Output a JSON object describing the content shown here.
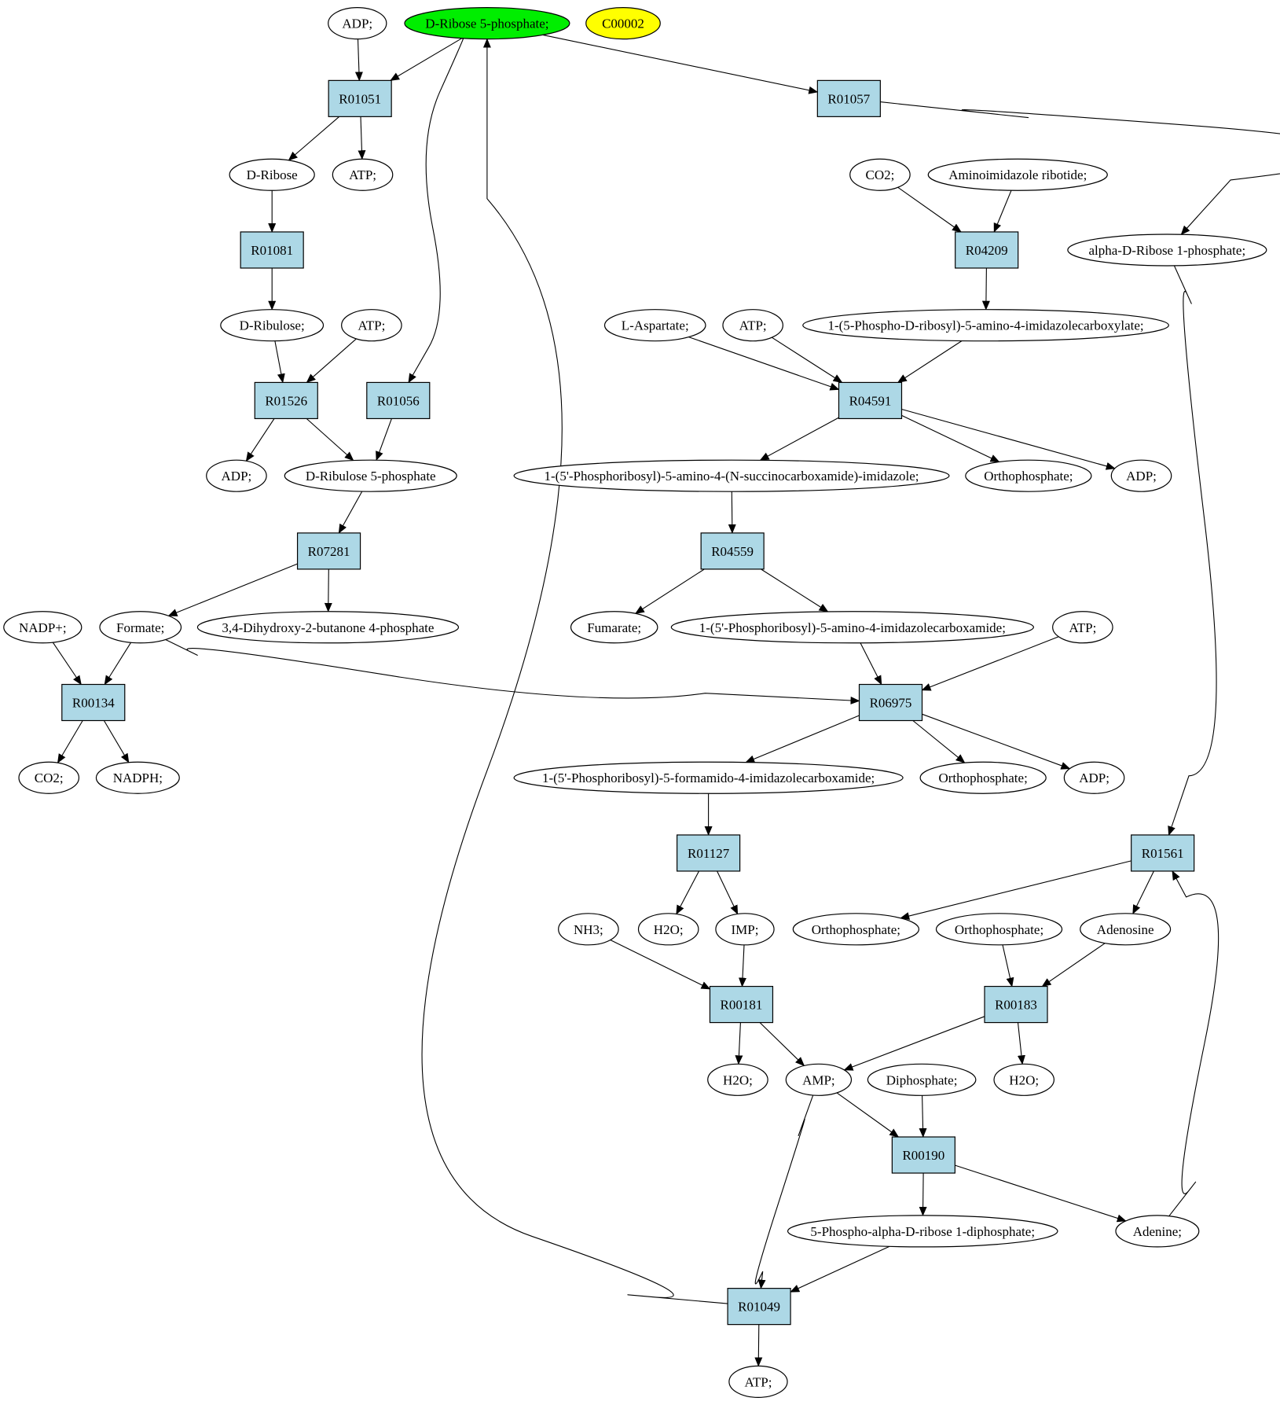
{
  "colors": {
    "background": "#ffffff",
    "reaction_fill": "#add8e6",
    "compound_fill": "#ffffff",
    "highlight_green": "#00ee00",
    "highlight_yellow": "#ffff00",
    "stroke": "#000000"
  },
  "compounds": [
    {
      "id": "c_adp_top",
      "label": "ADP;"
    },
    {
      "id": "c_r5p",
      "label": "D-Ribose 5-phosphate;",
      "fill": "#00ee00"
    },
    {
      "id": "c_c00002",
      "label": "C00002",
      "fill": "#ffff00"
    },
    {
      "id": "c_dribose",
      "label": "D-Ribose"
    },
    {
      "id": "c_atp_1",
      "label": "ATP;"
    },
    {
      "id": "c_dribulose",
      "label": "D-Ribulose;"
    },
    {
      "id": "c_atp_2",
      "label": "ATP;"
    },
    {
      "id": "c_adp_2",
      "label": "ADP;"
    },
    {
      "id": "c_ru5p",
      "label": "D-Ribulose 5-phosphate"
    },
    {
      "id": "c_nadp",
      "label": "NADP+;"
    },
    {
      "id": "c_formate",
      "label": "Formate;"
    },
    {
      "id": "c_dhbp",
      "label": "3,4-Dihydroxy-2-butanone 4-phosphate"
    },
    {
      "id": "c_co2_1",
      "label": "CO2;"
    },
    {
      "id": "c_nadph",
      "label": "NADPH;"
    },
    {
      "id": "c_co2_2",
      "label": "CO2;"
    },
    {
      "id": "c_air",
      "label": "Aminoimidazole ribotide;"
    },
    {
      "id": "c_a1p",
      "label": "alpha-D-Ribose 1-phosphate;"
    },
    {
      "id": "c_laspartate",
      "label": "L-Aspartate;"
    },
    {
      "id": "c_atp_3",
      "label": "ATP;"
    },
    {
      "id": "c_cair",
      "label": "1-(5-Phospho-D-ribosyl)-5-amino-4-imidazolecarboxylate;"
    },
    {
      "id": "c_saicar",
      "label": "1-(5'-Phosphoribosyl)-5-amino-4-(N-succinocarboxamide)-imidazole;"
    },
    {
      "id": "c_pi_1",
      "label": "Orthophosphate;"
    },
    {
      "id": "c_adp_3",
      "label": "ADP;"
    },
    {
      "id": "c_fumarate",
      "label": "Fumarate;"
    },
    {
      "id": "c_aicar",
      "label": "1-(5'-Phosphoribosyl)-5-amino-4-imidazolecarboxamide;"
    },
    {
      "id": "c_atp_4",
      "label": "ATP;"
    },
    {
      "id": "c_faicar",
      "label": "1-(5'-Phosphoribosyl)-5-formamido-4-imidazolecarboxamide;"
    },
    {
      "id": "c_pi_2",
      "label": "Orthophosphate;"
    },
    {
      "id": "c_adp_4",
      "label": "ADP;"
    },
    {
      "id": "c_nh3",
      "label": "NH3;"
    },
    {
      "id": "c_h2o_1",
      "label": "H2O;"
    },
    {
      "id": "c_imp",
      "label": "IMP;"
    },
    {
      "id": "c_pi_3",
      "label": "Orthophosphate;"
    },
    {
      "id": "c_pi_4",
      "label": "Orthophosphate;"
    },
    {
      "id": "c_adenosine",
      "label": "Adenosine"
    },
    {
      "id": "c_h2o_2",
      "label": "H2O;"
    },
    {
      "id": "c_amp",
      "label": "AMP;"
    },
    {
      "id": "c_ppi",
      "label": "Diphosphate;"
    },
    {
      "id": "c_h2o_3",
      "label": "H2O;"
    },
    {
      "id": "c_prpp",
      "label": "5-Phospho-alpha-D-ribose 1-diphosphate;"
    },
    {
      "id": "c_adenine",
      "label": "Adenine;"
    },
    {
      "id": "c_atp_5",
      "label": "ATP;"
    }
  ],
  "reactions": [
    {
      "id": "R01051",
      "label": "R01051"
    },
    {
      "id": "R01057",
      "label": "R01057"
    },
    {
      "id": "R01081",
      "label": "R01081"
    },
    {
      "id": "R01526",
      "label": "R01526"
    },
    {
      "id": "R01056",
      "label": "R01056"
    },
    {
      "id": "R07281",
      "label": "R07281"
    },
    {
      "id": "R00134",
      "label": "R00134"
    },
    {
      "id": "R04209",
      "label": "R04209"
    },
    {
      "id": "R04591",
      "label": "R04591"
    },
    {
      "id": "R04559",
      "label": "R04559"
    },
    {
      "id": "R06975",
      "label": "R06975"
    },
    {
      "id": "R01127",
      "label": "R01127"
    },
    {
      "id": "R01561",
      "label": "R01561"
    },
    {
      "id": "R00181",
      "label": "R00181"
    },
    {
      "id": "R00183",
      "label": "R00183"
    },
    {
      "id": "R00190",
      "label": "R00190"
    },
    {
      "id": "R01049",
      "label": "R01049"
    }
  ],
  "edges": [
    [
      "c_adp_top",
      "R01051"
    ],
    [
      "c_r5p",
      "R01051"
    ],
    [
      "R01051",
      "c_dribose"
    ],
    [
      "R01051",
      "c_atp_1"
    ],
    [
      "c_dribose",
      "R01081"
    ],
    [
      "R01081",
      "c_dribulose"
    ],
    [
      "c_dribulose",
      "R01526"
    ],
    [
      "c_atp_2",
      "R01526"
    ],
    [
      "R01526",
      "c_adp_2"
    ],
    [
      "R01526",
      "c_ru5p"
    ],
    [
      "c_r5p",
      "R01056"
    ],
    [
      "R01056",
      "c_ru5p"
    ],
    [
      "c_ru5p",
      "R07281"
    ],
    [
      "R07281",
      "c_formate"
    ],
    [
      "R07281",
      "c_dhbp"
    ],
    [
      "c_nadp",
      "R00134"
    ],
    [
      "c_formate",
      "R00134"
    ],
    [
      "R00134",
      "c_co2_1"
    ],
    [
      "R00134",
      "c_nadph"
    ],
    [
      "c_r5p",
      "R01057"
    ],
    [
      "R01057",
      "c_a1p"
    ],
    [
      "c_co2_2",
      "R04209"
    ],
    [
      "c_air",
      "R04209"
    ],
    [
      "R04209",
      "c_cair"
    ],
    [
      "c_laspartate",
      "R04591"
    ],
    [
      "c_atp_3",
      "R04591"
    ],
    [
      "c_cair",
      "R04591"
    ],
    [
      "R04591",
      "c_saicar"
    ],
    [
      "R04591",
      "c_pi_1"
    ],
    [
      "R04591",
      "c_adp_3"
    ],
    [
      "c_saicar",
      "R04559"
    ],
    [
      "R04559",
      "c_fumarate"
    ],
    [
      "R04559",
      "c_aicar"
    ],
    [
      "c_formate",
      "R06975"
    ],
    [
      "c_aicar",
      "R06975"
    ],
    [
      "c_atp_4",
      "R06975"
    ],
    [
      "R06975",
      "c_faicar"
    ],
    [
      "R06975",
      "c_pi_2"
    ],
    [
      "R06975",
      "c_adp_4"
    ],
    [
      "c_faicar",
      "R01127"
    ],
    [
      "R01127",
      "c_h2o_1"
    ],
    [
      "R01127",
      "c_imp"
    ],
    [
      "c_a1p",
      "R01561"
    ],
    [
      "R01561",
      "c_pi_3"
    ],
    [
      "R01561",
      "c_adenosine"
    ],
    [
      "c_adenine",
      "R01561"
    ],
    [
      "c_nh3",
      "R00181"
    ],
    [
      "c_imp",
      "R00181"
    ],
    [
      "R00181",
      "c_h2o_2"
    ],
    [
      "R00181",
      "c_amp"
    ],
    [
      "c_pi_4",
      "R00183"
    ],
    [
      "c_adenosine",
      "R00183"
    ],
    [
      "R00183",
      "c_amp"
    ],
    [
      "R00183",
      "c_h2o_3"
    ],
    [
      "c_amp",
      "R00190"
    ],
    [
      "c_ppi",
      "R00190"
    ],
    [
      "R00190",
      "c_prpp"
    ],
    [
      "R00190",
      "c_adenine"
    ],
    [
      "c_amp",
      "R01049"
    ],
    [
      "c_prpp",
      "R01049"
    ],
    [
      "R01049",
      "c_atp_5"
    ],
    [
      "R01049",
      "c_r5p"
    ]
  ]
}
